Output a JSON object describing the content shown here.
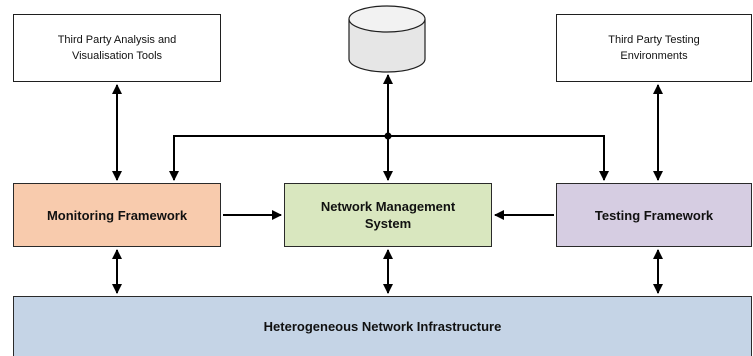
{
  "diagram": {
    "nodes": {
      "third_party_analysis": {
        "label": "Third Party Analysis and Visualisation Tools"
      },
      "third_party_testing": {
        "label": "Third Party Testing Environments"
      },
      "monitoring_framework": {
        "label": "Monitoring Framework"
      },
      "network_management_system": {
        "label": "Network Management System"
      },
      "testing_framework": {
        "label": "Testing Framework"
      },
      "infrastructure": {
        "label": "Heterogeneous Network Infrastructure"
      }
    },
    "connections": [
      {
        "from": "third_party_analysis",
        "to": "monitoring_framework",
        "type": "bidirectional"
      },
      {
        "from": "third_party_testing",
        "to": "testing_framework",
        "type": "bidirectional"
      },
      {
        "from": "monitoring_framework",
        "to": "network_management_system",
        "type": "directed"
      },
      {
        "from": "testing_framework",
        "to": "network_management_system",
        "type": "directed"
      },
      {
        "from": "database",
        "to": "network_management_system",
        "type": "bidirectional"
      },
      {
        "from": "bus",
        "to": "monitoring_framework",
        "type": "directed"
      },
      {
        "from": "bus",
        "to": "testing_framework",
        "type": "directed"
      },
      {
        "from": "monitoring_framework",
        "to": "infrastructure",
        "type": "bidirectional"
      },
      {
        "from": "network_management_system",
        "to": "infrastructure",
        "type": "bidirectional"
      },
      {
        "from": "testing_framework",
        "to": "infrastructure",
        "type": "bidirectional"
      }
    ],
    "colors": {
      "monitoring_fill": "#f8cbad",
      "nms_fill": "#d9e7bf",
      "testing_fill": "#d6cde2",
      "infrastructure_fill": "#c5d4e6",
      "database_fill": "#e6e6e6",
      "line": "#000000"
    },
    "icons": {
      "database": "database-icon"
    }
  }
}
